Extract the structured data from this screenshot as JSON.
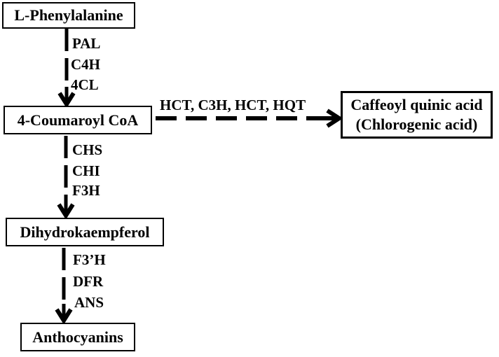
{
  "colors": {
    "ink": "#000000",
    "paper": "#ffffff"
  },
  "diagram": {
    "nodes": [
      {
        "id": "l-phenylalanine",
        "label": "L-Phenylalanine"
      },
      {
        "id": "4-coumaroyl-coa",
        "label": "4-Coumaroyl CoA"
      },
      {
        "id": "dihydrokaempferol",
        "label": "Dihydrokaempferol"
      },
      {
        "id": "anthocyanins",
        "label": "Anthocyanins"
      },
      {
        "id": "caffeoyl-quinic-acid",
        "lines": [
          "Caffeoyl quinic acid",
          "(Chlorogenic acid)"
        ]
      }
    ],
    "edges": [
      {
        "from": "L-Phenylalanine",
        "to": "4-Coumaroyl CoA",
        "style": "dashed-arrow-down",
        "enzymes": [
          "PAL",
          "C4H",
          "4CL"
        ]
      },
      {
        "from": "4-Coumaroyl CoA",
        "to": "Caffeoyl quinic acid (Chlorogenic acid)",
        "style": "dashed-arrow-right",
        "label": "HCT, C3H, HCT, HQT"
      },
      {
        "from": "4-Coumaroyl CoA",
        "to": "Dihydrokaempferol",
        "style": "dashed-arrow-down",
        "enzymes": [
          "CHS",
          "CHI",
          "F3H"
        ]
      },
      {
        "from": "Dihydrokaempferol",
        "to": "Anthocyanins",
        "style": "dashed-arrow-down",
        "enzymes": [
          "F3’H",
          "DFR",
          "ANS"
        ]
      }
    ]
  }
}
